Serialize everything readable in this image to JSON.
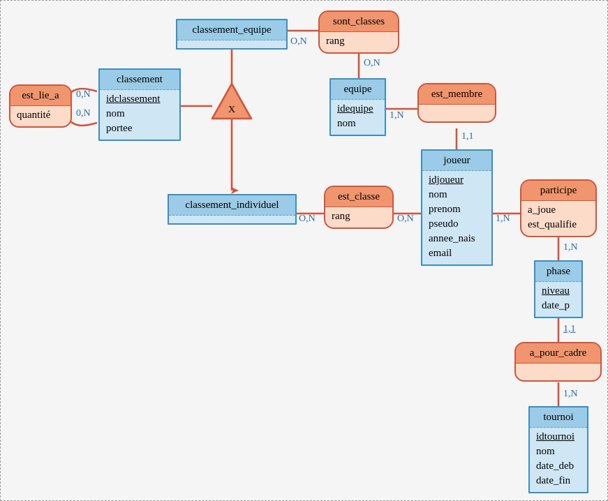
{
  "diagram": {
    "title": "ER Diagram",
    "background": "#f5f5f5",
    "entity_border": "#3a8fc4",
    "entity_head_fill": "#9bcbe6",
    "entity_body_fill": "#cfe6f5",
    "relation_border": "#d1543c",
    "relation_head_fill": "#f0956d",
    "relation_body_fill": "#fcdcc9",
    "link_color": "#d1543c",
    "cardinality_color": "#2c6ca8"
  },
  "entities": [
    {
      "id": "classement_equipe",
      "name": "classement_equipe",
      "attributes": []
    },
    {
      "id": "classement",
      "name": "classement",
      "attributes": [
        "idclassement",
        "nom",
        "portee"
      ],
      "pk": [
        "idclassement"
      ]
    },
    {
      "id": "equipe",
      "name": "equipe",
      "attributes": [
        "idequipe",
        "nom"
      ],
      "pk": [
        "idequipe"
      ]
    },
    {
      "id": "classement_individuel",
      "name": "classement_individuel",
      "attributes": []
    },
    {
      "id": "joueur",
      "name": "joueur",
      "attributes": [
        "idjoueur",
        "nom",
        "prenom",
        "pseudo",
        "annee_nais",
        "email"
      ],
      "pk": [
        "idjoueur"
      ]
    },
    {
      "id": "phase",
      "name": "phase",
      "attributes": [
        "niveau",
        "date_p"
      ],
      "pk": [
        "niveau"
      ]
    },
    {
      "id": "tournoi",
      "name": "tournoi",
      "attributes": [
        "idtournoi",
        "nom",
        "date_deb",
        "date_fin"
      ],
      "pk": [
        "idtournoi"
      ]
    }
  ],
  "relations": [
    {
      "id": "est_lie_a",
      "name": "est_lie_a",
      "attributes": [
        "quantité"
      ]
    },
    {
      "id": "sont_classes",
      "name": "sont_classes",
      "attributes": [
        "rang"
      ]
    },
    {
      "id": "est_membre",
      "name": "est_membre",
      "attributes": []
    },
    {
      "id": "est_classe",
      "name": "est_classe",
      "attributes": [
        "rang"
      ]
    },
    {
      "id": "participe",
      "name": "participe",
      "attributes": [
        "a_joue",
        "est_qualifie"
      ]
    },
    {
      "id": "a_pour_cadre",
      "name": "a_pour_cadre",
      "attributes": []
    }
  ],
  "inheritance": {
    "id": "xor-classement",
    "label": "X",
    "parent": "classement",
    "children": [
      "classement_equipe",
      "classement_individuel"
    ]
  },
  "cardinalities": [
    {
      "id": "card-estliea-top",
      "text": "0,N",
      "selected": false
    },
    {
      "id": "card-estliea-bottom",
      "text": "0,N",
      "selected": false
    },
    {
      "id": "card-clasequipe",
      "text": "O,N",
      "selected": false
    },
    {
      "id": "card-sontclasses-eq",
      "text": "O,N",
      "selected": false
    },
    {
      "id": "card-equipe-membre",
      "text": "1,N",
      "selected": false
    },
    {
      "id": "card-membre-joueur",
      "text": "1,1",
      "selected": false
    },
    {
      "id": "card-clasindiv",
      "text": "O,N",
      "selected": false
    },
    {
      "id": "card-estclasse-joueur",
      "text": "O,N",
      "selected": false
    },
    {
      "id": "card-joueur-participe",
      "text": "1,N",
      "selected": false
    },
    {
      "id": "card-participe-phase",
      "text": "1,N",
      "selected": false
    },
    {
      "id": "card-phase-cadre",
      "text": "1,1",
      "selected": true
    },
    {
      "id": "card-cadre-tournoi",
      "text": "1,N",
      "selected": false
    }
  ]
}
